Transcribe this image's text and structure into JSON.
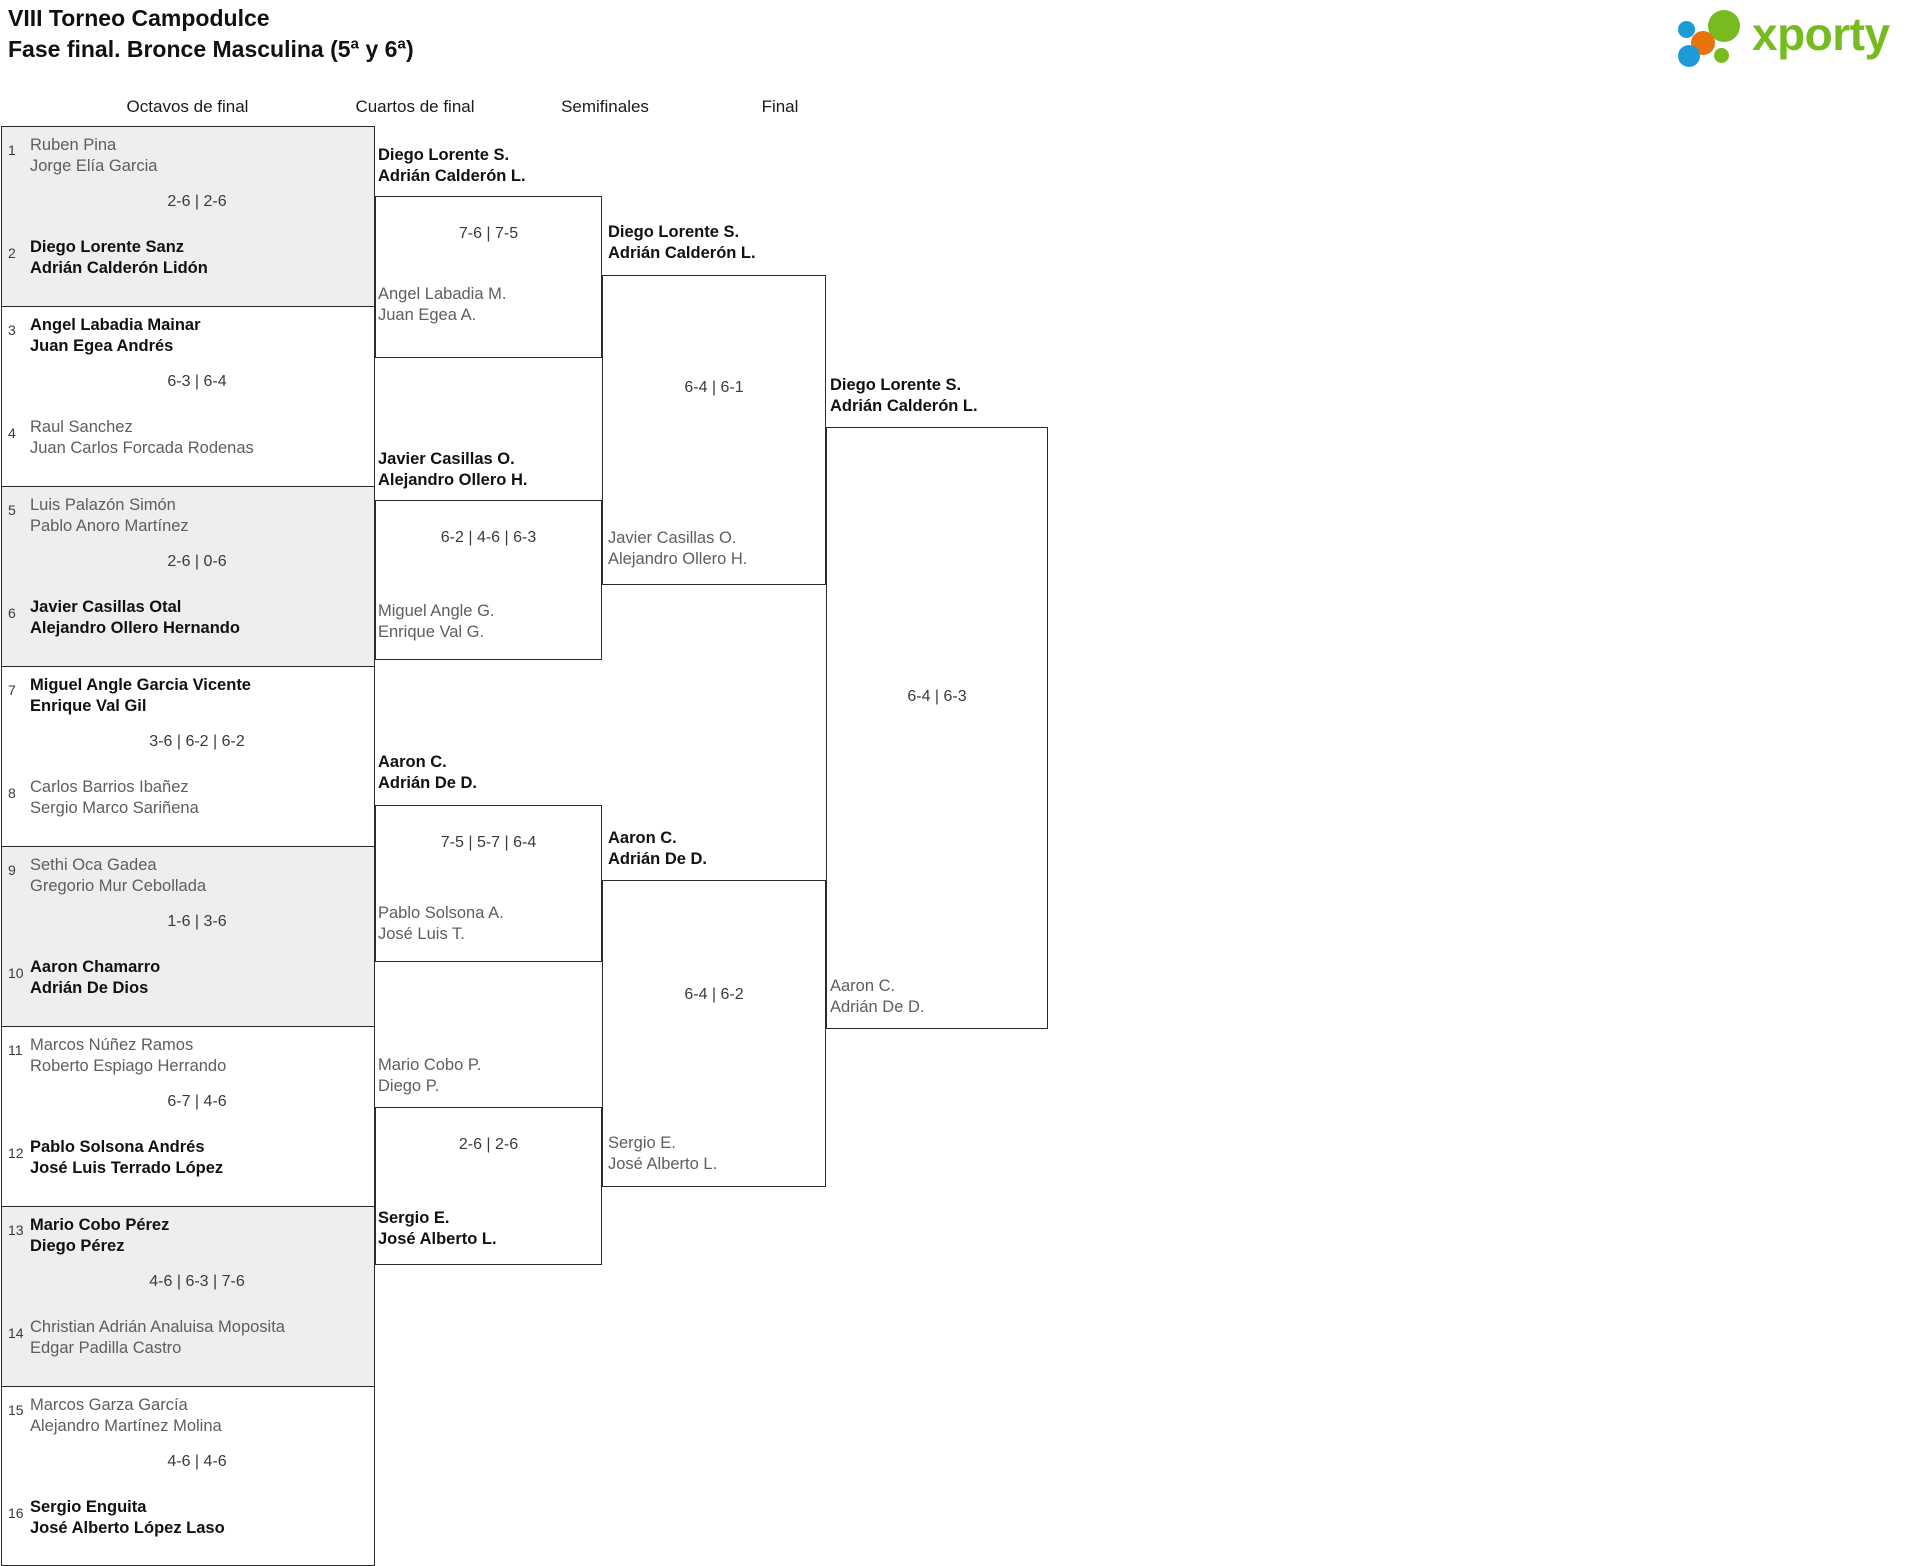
{
  "header": {
    "title_line1": "VIII Torneo Campodulce",
    "title_line2": "Fase final. Bronce Masculina (5ª y 6ª)",
    "brand": "xporty",
    "brand_color": "#76bc21"
  },
  "rounds": [
    {
      "key": "r16",
      "label": "Octavos de final"
    },
    {
      "key": "qf",
      "label": "Cuartos de final"
    },
    {
      "key": "sf",
      "label": "Semifinales"
    },
    {
      "key": "final",
      "label": "Final"
    }
  ],
  "round_of_16": [
    {
      "seed_top": "1",
      "seed_bot": "2",
      "top": {
        "p1": "Ruben Pina",
        "p2": "Jorge Elía Garcia",
        "result": "loser"
      },
      "bottom": {
        "p1": "Diego Lorente Sanz",
        "p2": "Adrián Calderón Lidón",
        "result": "winner"
      },
      "score": "2-6 | 2-6"
    },
    {
      "seed_top": "3",
      "seed_bot": "4",
      "top": {
        "p1": "Angel Labadia Mainar",
        "p2": "Juan Egea Andrés",
        "result": "winner"
      },
      "bottom": {
        "p1": "Raul Sanchez",
        "p2": "Juan Carlos Forcada Rodenas",
        "result": "loser"
      },
      "score": "6-3 | 6-4"
    },
    {
      "seed_top": "5",
      "seed_bot": "6",
      "top": {
        "p1": "Luis Palazón Simón",
        "p2": "Pablo Anoro Martínez",
        "result": "loser"
      },
      "bottom": {
        "p1": "Javier Casillas Otal",
        "p2": "Alejandro Ollero Hernando",
        "result": "winner"
      },
      "score": "2-6 | 0-6"
    },
    {
      "seed_top": "7",
      "seed_bot": "8",
      "top": {
        "p1": "Miguel Angle Garcia Vicente",
        "p2": "Enrique Val Gil",
        "result": "winner"
      },
      "bottom": {
        "p1": "Carlos Barrios Ibañez",
        "p2": "Sergio Marco Sariñena",
        "result": "loser"
      },
      "score": "3-6 | 6-2 | 6-2"
    },
    {
      "seed_top": "9",
      "seed_bot": "10",
      "top": {
        "p1": "Sethi Oca Gadea",
        "p2": "Gregorio Mur Cebollada",
        "result": "loser"
      },
      "bottom": {
        "p1": "Aaron Chamarro",
        "p2": "Adrián De Dios",
        "result": "winner"
      },
      "score": "1-6 | 3-6"
    },
    {
      "seed_top": "11",
      "seed_bot": "12",
      "top": {
        "p1": "Marcos Núñez Ramos",
        "p2": "Roberto Espiago Herrando",
        "result": "loser"
      },
      "bottom": {
        "p1": "Pablo Solsona Andrés",
        "p2": "José Luis Terrado López",
        "result": "winner"
      },
      "score": "6-7 | 4-6"
    },
    {
      "seed_top": "13",
      "seed_bot": "14",
      "top": {
        "p1": "Mario Cobo Pérez",
        "p2": "Diego Pérez",
        "result": "winner"
      },
      "bottom": {
        "p1": "Christian Adrián Analuisa Moposita",
        "p2": "Edgar Padilla Castro",
        "result": "loser"
      },
      "score": "4-6 | 6-3 | 7-6"
    },
    {
      "seed_top": "15",
      "seed_bot": "16",
      "top": {
        "p1": "Marcos Garza García",
        "p2": "Alejandro Martínez Molina",
        "result": "loser"
      },
      "bottom": {
        "p1": "Sergio Enguita",
        "p2": "José Alberto López Laso",
        "result": "winner"
      },
      "score": "4-6 | 4-6"
    }
  ],
  "quarter_finals": [
    {
      "top": {
        "p1": "Diego Lorente S.",
        "p2": "Adrián Calderón L.",
        "result": "winner"
      },
      "bottom": {
        "p1": "Angel Labadia M.",
        "p2": "Juan Egea A.",
        "result": "loser"
      },
      "score": "7-6 | 7-5"
    },
    {
      "top": {
        "p1": "Javier Casillas O.",
        "p2": "Alejandro Ollero H.",
        "result": "winner"
      },
      "bottom": {
        "p1": "Miguel Angle G.",
        "p2": "Enrique Val G.",
        "result": "loser"
      },
      "score": "6-2 | 4-6 | 6-3"
    },
    {
      "top": {
        "p1": "Aaron C.",
        "p2": "Adrián De D.",
        "result": "winner"
      },
      "bottom": {
        "p1": "Pablo Solsona A.",
        "p2": "José Luis T.",
        "result": "loser"
      },
      "score": "7-5 | 5-7 | 6-4"
    },
    {
      "top": {
        "p1": "Mario Cobo P.",
        "p2": "Diego P.",
        "result": "loser"
      },
      "bottom": {
        "p1": "Sergio E.",
        "p2": "José Alberto L.",
        "result": "winner"
      },
      "score": "2-6 | 2-6"
    }
  ],
  "semi_finals": [
    {
      "top": {
        "p1": "Diego Lorente S.",
        "p2": "Adrián Calderón L.",
        "result": "winner"
      },
      "bottom": {
        "p1": "Javier Casillas O.",
        "p2": "Alejandro Ollero H.",
        "result": "loser"
      },
      "score": "6-4 | 6-1"
    },
    {
      "top": {
        "p1": "Aaron C.",
        "p2": "Adrián De D.",
        "result": "winner"
      },
      "bottom": {
        "p1": "Sergio E.",
        "p2": "José Alberto L.",
        "result": "loser"
      },
      "score": "6-4 | 6-2"
    }
  ],
  "final": {
    "top": {
      "p1": "Diego Lorente S.",
      "p2": "Adrián Calderón L.",
      "result": "winner"
    },
    "bottom": {
      "p1": "Aaron C.",
      "p2": "Adrián De D.",
      "result": "loser"
    },
    "score": "6-4 | 6-3"
  }
}
